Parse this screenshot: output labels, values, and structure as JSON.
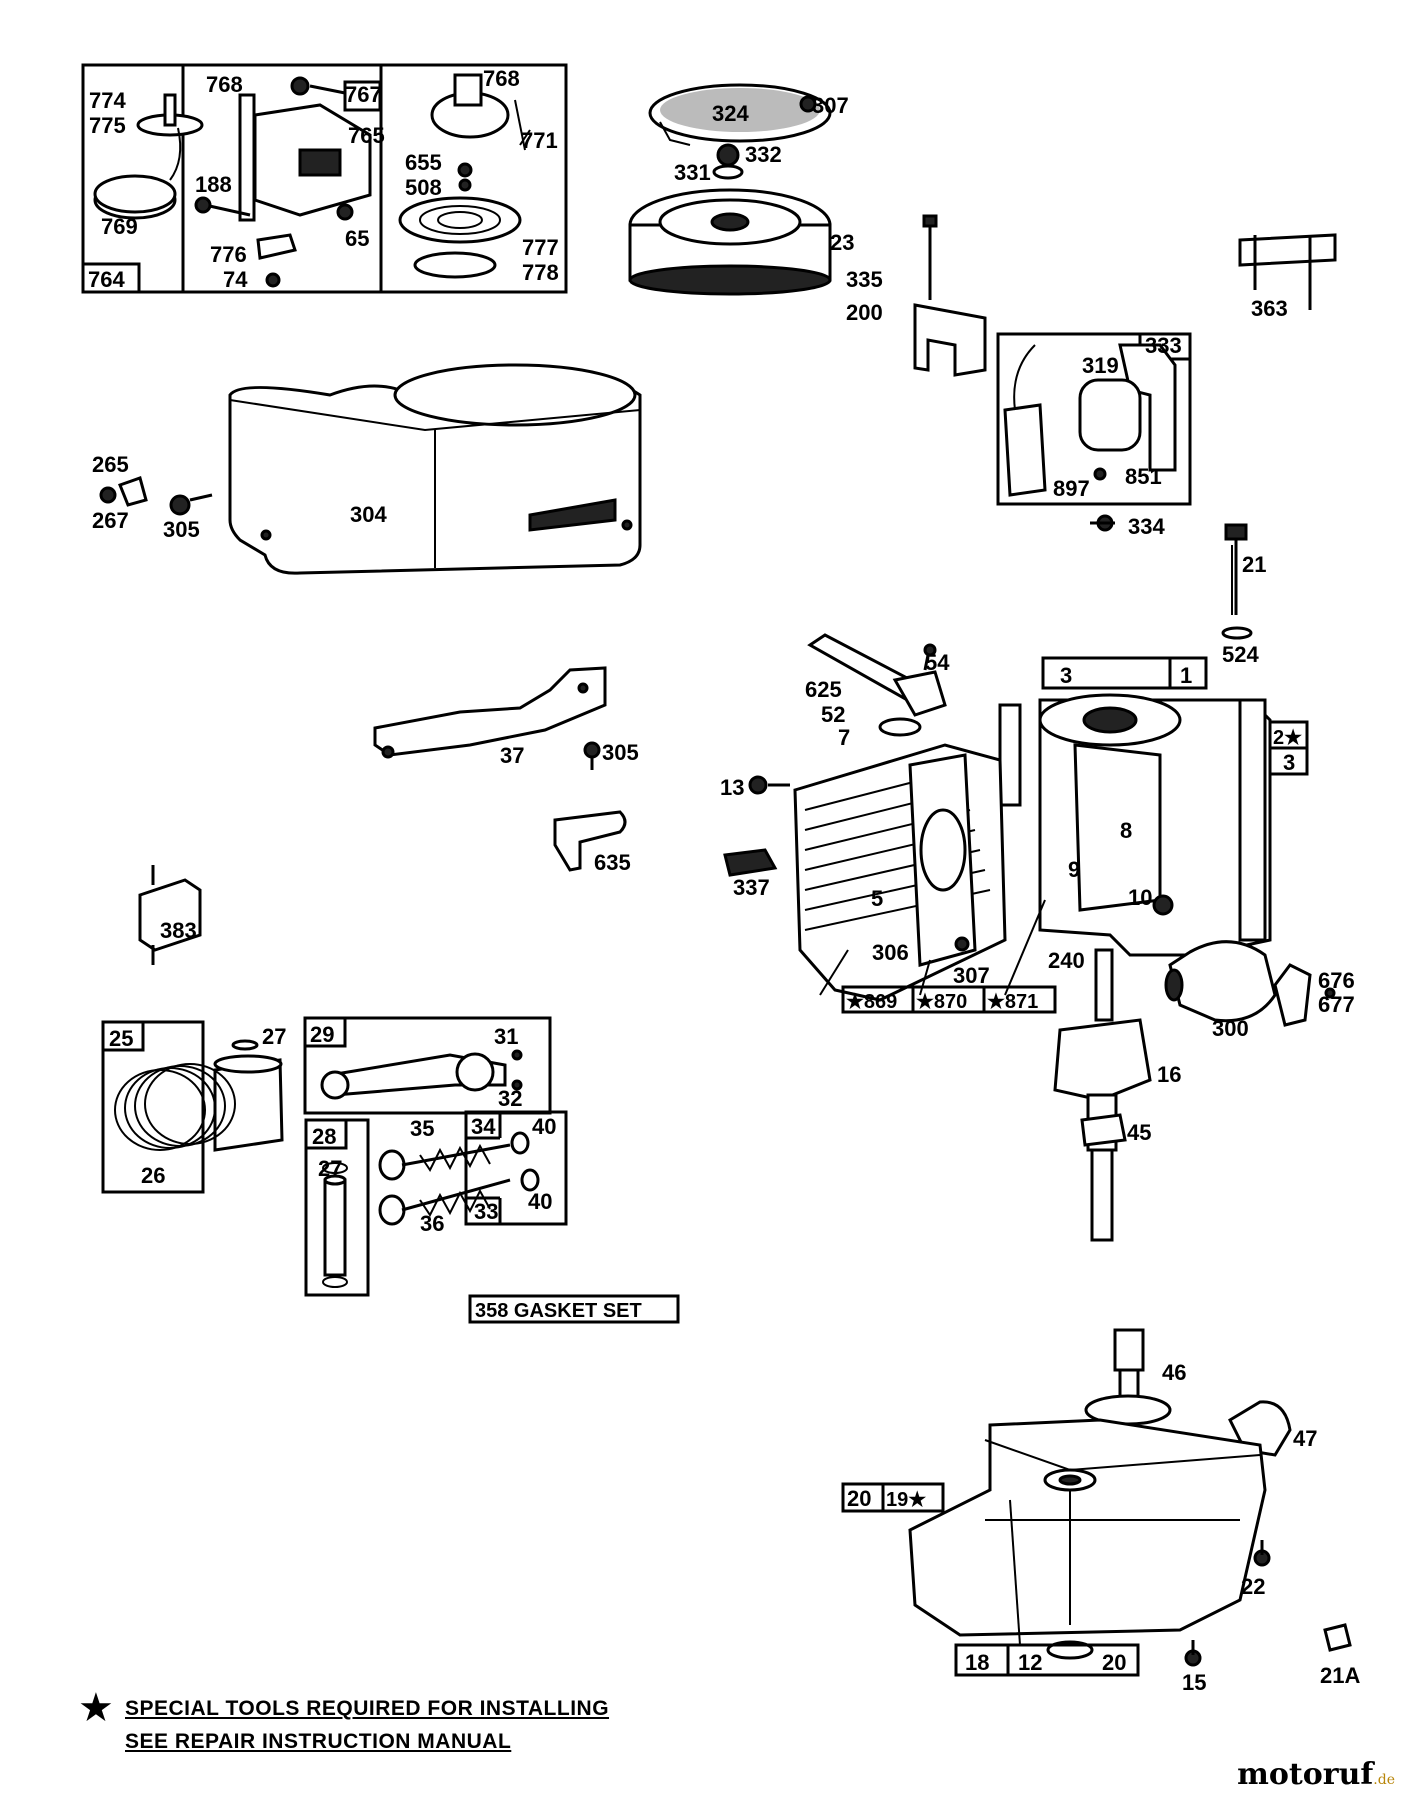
{
  "labels": {
    "l774": "774",
    "l775": "775",
    "l768a": "768",
    "l767": "767",
    "l765": "765",
    "l768b": "768",
    "l771": "771",
    "l655": "655",
    "l508": "508",
    "l188": "188",
    "l769": "769",
    "l65": "65",
    "l776": "776",
    "l74": "74",
    "l777": "777",
    "l778": "778",
    "l764": "764",
    "l324": "324",
    "l307a": "307",
    "l332": "332",
    "l331": "331",
    "l23": "23",
    "l335": "335",
    "l200": "200",
    "l363": "363",
    "l333": "333",
    "l319": "319",
    "l851": "851",
    "l897": "897",
    "l334": "334",
    "l265": "265",
    "l267": "267",
    "l305a": "305",
    "l304": "304",
    "l21": "21",
    "l524": "524",
    "l37": "37",
    "l305b": "305",
    "l635": "635",
    "l383": "383",
    "l54": "54",
    "l625": "625",
    "l52": "52",
    "l7": "7",
    "l3a": "3",
    "l1": "1",
    "l2": "2★",
    "l3b": "3",
    "l13": "13",
    "l8": "8",
    "l337": "337",
    "l5": "5",
    "l9": "9",
    "l10": "10",
    "l306": "306",
    "l307b": "307",
    "l240": "240",
    "l869": "★869",
    "l870": "★870",
    "l871": "★871",
    "l300": "300",
    "l676": "676",
    "l677": "677",
    "l16": "16",
    "l45": "45",
    "l25": "25",
    "l27a": "27",
    "l26": "26",
    "l29": "29",
    "l31": "31",
    "l32": "32",
    "l28": "28",
    "l27b": "27",
    "l35": "35",
    "l34": "34",
    "l40a": "40",
    "l36": "36",
    "l33": "33",
    "l40b": "40",
    "l358": "358 GASKET SET",
    "l46": "46",
    "l47": "47",
    "l20a": "20",
    "l19": "19★",
    "l22": "22",
    "l18": "18",
    "l12": "12",
    "l20b": "20",
    "l15": "15",
    "l21a": "21A"
  },
  "notes": {
    "line1": "SPECIAL TOOLS REQUIRED  FOR INSTALLING",
    "line2": "SEE REPAIR INSTRUCTION MANUAL"
  },
  "watermark": {
    "brand": "motoruf",
    "tld": ".de"
  }
}
